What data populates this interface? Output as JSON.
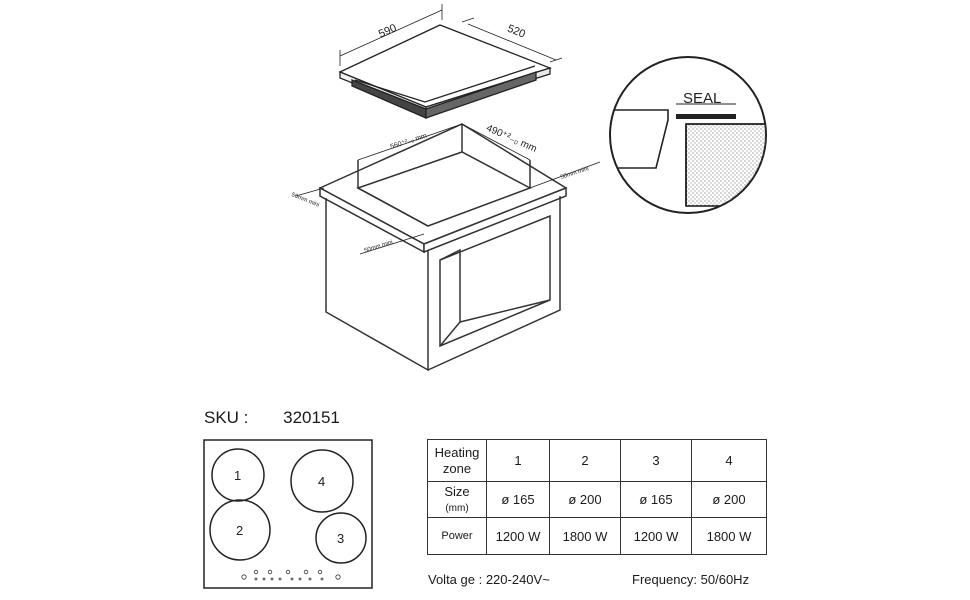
{
  "figure": {
    "dim_width": "590",
    "dim_depth": "520",
    "cutout_width": "560⁺²₋₀ mm",
    "cutout_depth": "490⁺²₋₀ mm",
    "clear_back": "50mm mini",
    "clear_left": "50mm mini",
    "clear_front": "50mm mini",
    "seal_label": "SEAL"
  },
  "sku": {
    "label": "SKU :",
    "value": "320151"
  },
  "hob": {
    "zones": [
      {
        "label": "1"
      },
      {
        "label": "4"
      },
      {
        "label": "2"
      },
      {
        "label": "3"
      }
    ]
  },
  "table": {
    "rows": [
      {
        "header": [
          "Heating",
          "zone"
        ],
        "cells": [
          "1",
          "2",
          "3",
          "4"
        ]
      },
      {
        "header": [
          "Size",
          "(mm)"
        ],
        "cells": [
          "ø 165",
          "ø 200",
          "ø 165",
          "ø 200"
        ]
      },
      {
        "header": [
          "Power"
        ],
        "cells": [
          "1200 W",
          "1800 W",
          "1200 W",
          "1800 W"
        ]
      }
    ]
  },
  "footer": {
    "voltage": "Volta ge : 220-240V~",
    "frequency": "Frequency: 50/60Hz"
  }
}
